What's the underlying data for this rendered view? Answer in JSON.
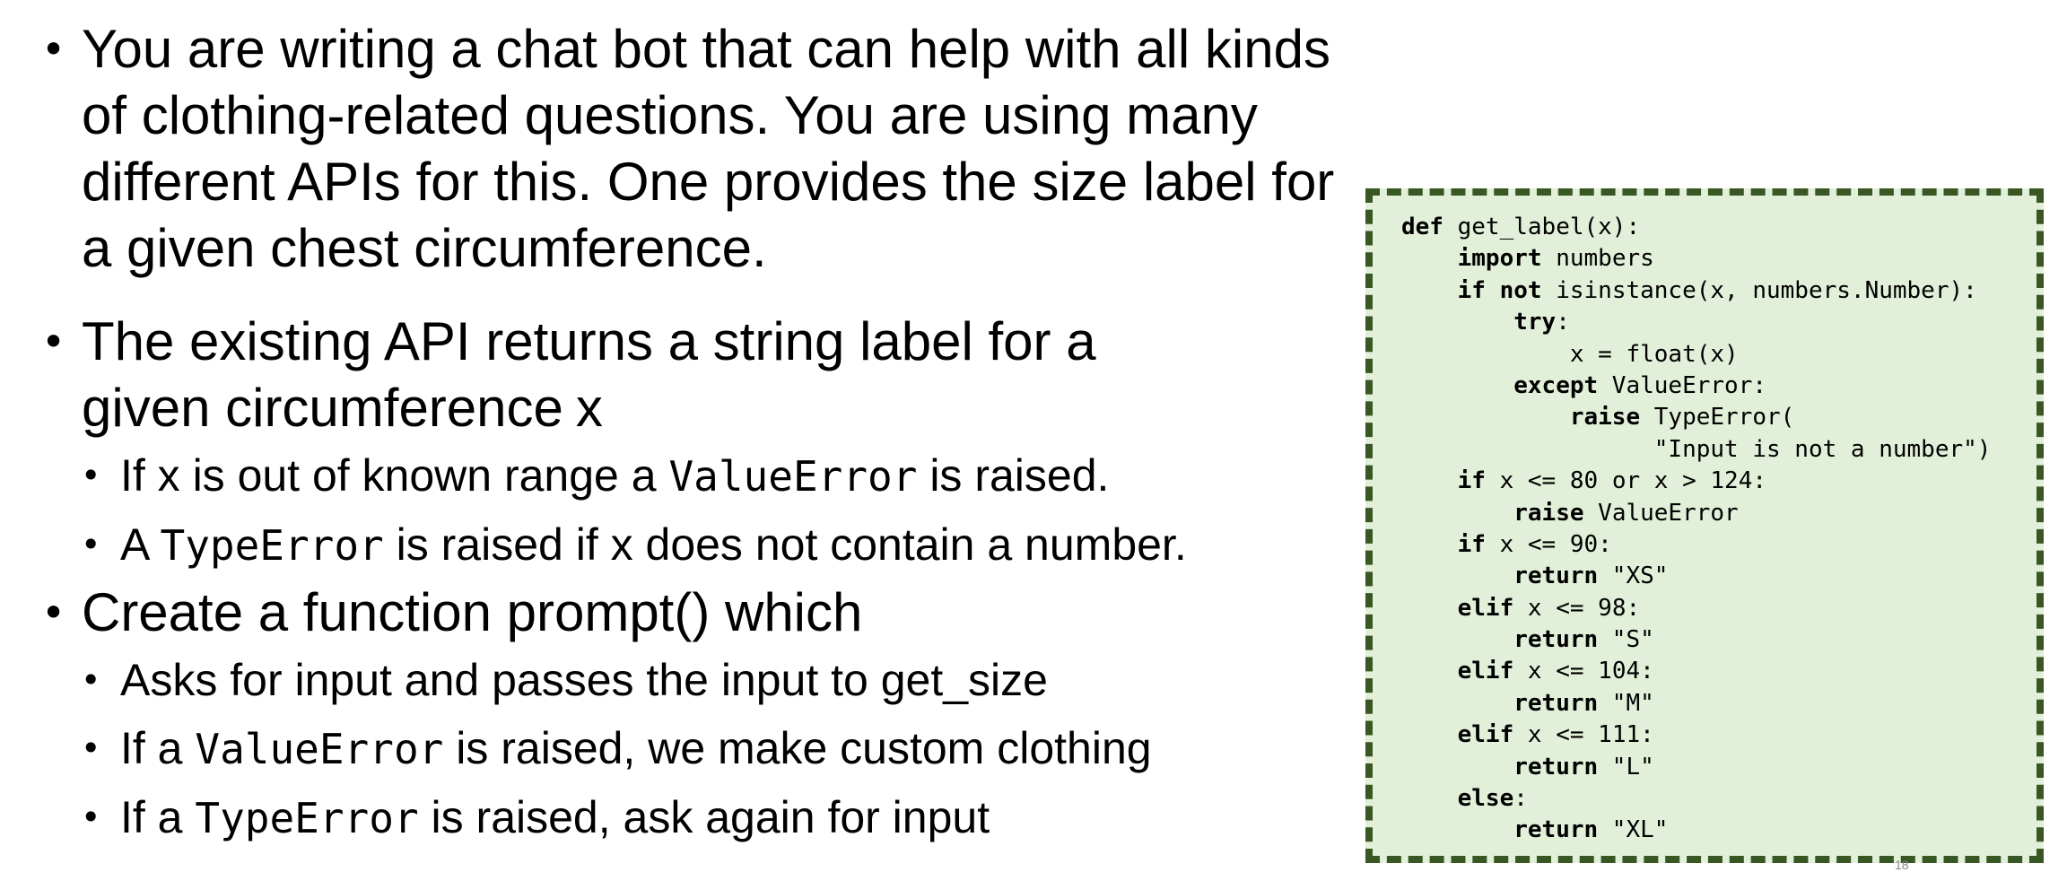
{
  "bullets": {
    "b1": "You are writing a chat bot that can help with all kinds of clothing-related questions. You are using many different APIs for this. One provides the size label for a given chest circumference.",
    "b2": {
      "text": "The existing API returns a string label for a",
      "text2": "given circumference",
      "var": "x",
      "sub1": {
        "pre": "If x is out of known range a",
        "code": "ValueError",
        "post": "is raised."
      },
      "sub2": {
        "pre": "A",
        "code": "TypeError",
        "post": "is raised if x does not contain a number."
      }
    },
    "b3": {
      "text": "Create a function prompt() which",
      "sub1": "Asks for input and passes the input to get_size",
      "sub2": {
        "pre": "If a",
        "code": "ValueError",
        "post": "is raised, we make custom clothing"
      },
      "sub3": {
        "pre": "If a",
        "code": "TypeError",
        "post": "is raised, ask again for input"
      }
    }
  },
  "code": {
    "l1": {
      "kw": "def",
      "rest": " get_label(x):"
    },
    "l2": {
      "indent": "    ",
      "kw": "import",
      "rest": " numbers"
    },
    "l3": {
      "indent": "    ",
      "kw": "if not",
      "rest": " isinstance(x, numbers.Number):"
    },
    "l4": {
      "indent": "        ",
      "kw": "try",
      "rest": ":"
    },
    "l5": {
      "text": "            x = float(x)"
    },
    "l6": {
      "indent": "        ",
      "kw": "except",
      "rest": " ValueError:"
    },
    "l7": {
      "indent": "            ",
      "kw": "raise",
      "rest": " TypeError("
    },
    "l8": {
      "text": "                  \"Input is not a number\")"
    },
    "l9": {
      "indent": "    ",
      "kw": "if",
      "rest": " x <= 80 or x > 124:"
    },
    "l10": {
      "indent": "        ",
      "kw": "raise",
      "rest": " ValueError"
    },
    "l11": {
      "indent": "    ",
      "kw": "if",
      "rest": " x <= 90:"
    },
    "l12": {
      "indent": "        ",
      "kw": "return",
      "rest": " \"XS\""
    },
    "l13": {
      "indent": "    ",
      "kw": "elif",
      "rest": " x <= 98:"
    },
    "l14": {
      "indent": "        ",
      "kw": "return",
      "rest": " \"S\""
    },
    "l15": {
      "indent": "    ",
      "kw": "elif",
      "rest": " x <= 104:"
    },
    "l16": {
      "indent": "        ",
      "kw": "return",
      "rest": " \"M\""
    },
    "l17": {
      "indent": "    ",
      "kw": "elif",
      "rest": " x <= 111:"
    },
    "l18": {
      "indent": "        ",
      "kw": "return",
      "rest": " \"L\""
    },
    "l19": {
      "indent": "    ",
      "kw": "else",
      "rest": ":"
    },
    "l20": {
      "indent": "        ",
      "kw": "return",
      "rest": " \"XL\""
    }
  },
  "page_number": "18",
  "colors": {
    "code_bg": "#e2efd9",
    "code_border": "#385723"
  }
}
